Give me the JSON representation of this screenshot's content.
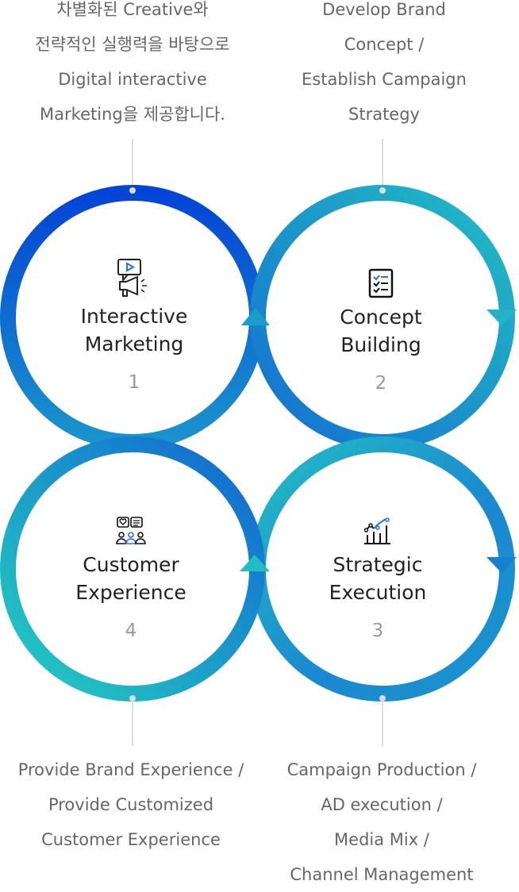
{
  "descriptions": {
    "top_left": [
      "차별화된 Creative와",
      "전략적인 실행력을 바탕으로",
      "Digital interactive",
      "Marketing을 제공합니다."
    ],
    "top_right": [
      "Develop Brand",
      "Concept /",
      "Establish Campaign",
      "Strategy"
    ],
    "bottom_left": [
      "Provide Brand Experience /",
      "Provide Customized",
      "Customer Experience"
    ],
    "bottom_right": [
      "Campaign Production /",
      "AD execution /",
      "Media Mix /",
      "Channel Management"
    ]
  },
  "steps": [
    {
      "title1": "Interactive",
      "title2": "Marketing",
      "number": "1",
      "icon": "megaphone-video-icon"
    },
    {
      "title1": "Concept",
      "title2": "Building",
      "number": "2",
      "icon": "checklist-icon"
    },
    {
      "title1": "Strategic",
      "title2": "Execution",
      "number": "3",
      "icon": "chart-growth-icon"
    },
    {
      "title1": "Customer",
      "title2": "Experience",
      "number": "4",
      "icon": "customer-feedback-icon"
    }
  ],
  "colors": {
    "blue": "#0648d6",
    "mid": "#1a90cc",
    "teal": "#22c4c0",
    "text": "#666666",
    "accent": "#2a6ff0"
  }
}
